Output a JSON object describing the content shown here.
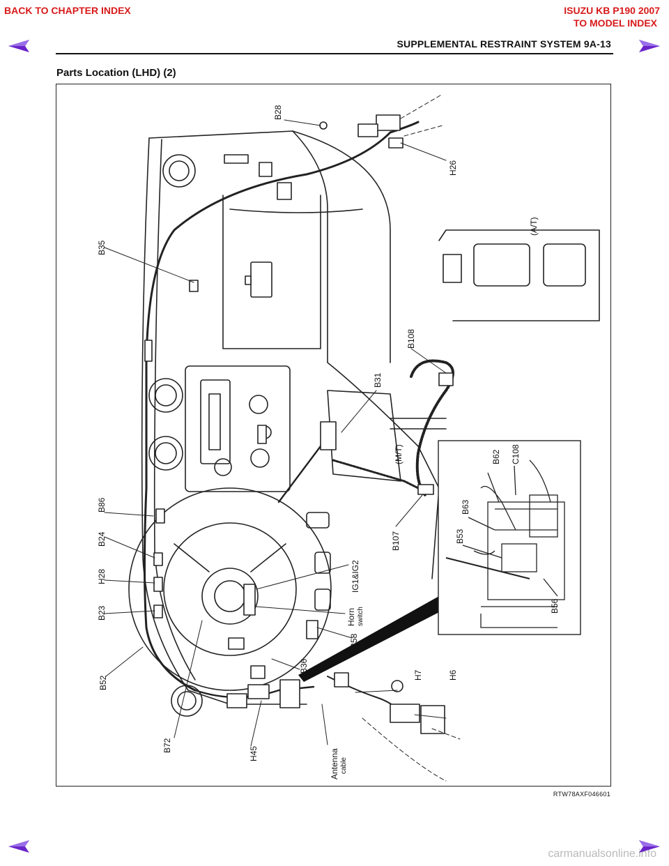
{
  "header": {
    "back_link": "BACK TO CHAPTER INDEX",
    "model_title": "ISUZU KB P190 2007",
    "model_index_link": "TO MODEL INDEX",
    "section_title": "SUPPLEMENTAL RESTRAINT SYSTEM  9A-13",
    "link_color": "#d81a1a"
  },
  "page_heading": "Parts Location (LHD) (2)",
  "figure": {
    "labels": {
      "b28": "B28",
      "h26_top": "H26",
      "at": "(A/T)",
      "b35": "B35",
      "b108": "B108",
      "b31": "B31",
      "mt": "(M/T)",
      "b107": "B107",
      "b62": "B62",
      "c108": "C108",
      "b63": "B63",
      "b53": "B53",
      "b56": "B56",
      "b86": "B86",
      "b24": "B24",
      "h28": "H28",
      "b23": "B23",
      "b52": "B52",
      "ig": "IG1&IG2",
      "horn": "Horn",
      "switch": "switch",
      "b58": "B58",
      "b36": "B36",
      "h7": "H7",
      "h6": "H6",
      "b72": "B72",
      "h45": "H45",
      "antenna": "Antenna",
      "cable": "cable"
    },
    "ref": "RTW78AXF046601"
  },
  "watermark": "carmanualsonline.info",
  "arrows": {
    "color": "#7a2fd0",
    "icon": "triangle-arrow"
  }
}
